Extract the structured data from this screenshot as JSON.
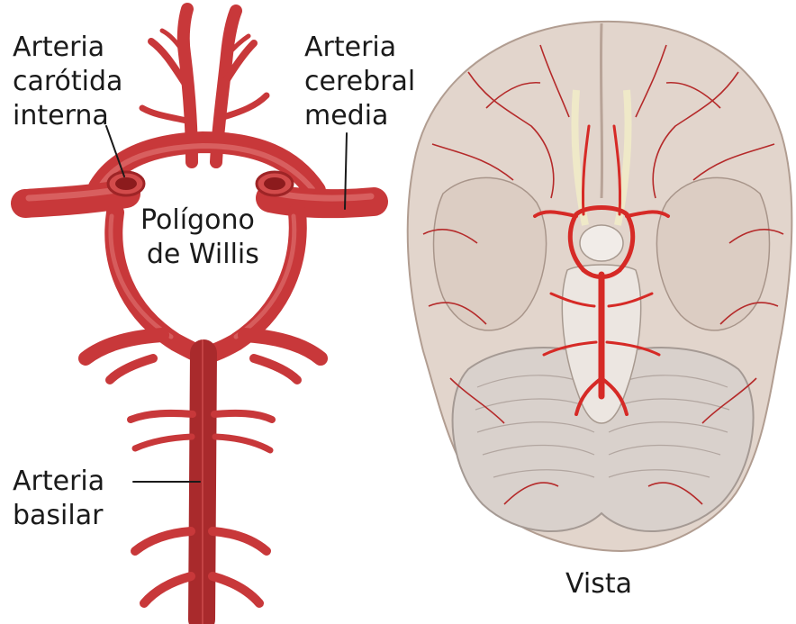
{
  "diagram": {
    "labels": {
      "carotid": [
        "Arteria",
        "carótida",
        "interna"
      ],
      "middle_cerebral": [
        "Arteria",
        "cerebral",
        "media"
      ],
      "willis": [
        "Polígono",
        "de Willis"
      ],
      "basilar": [
        "Arteria",
        "basilar"
      ],
      "view": "Vista"
    },
    "colors": {
      "artery": "#c8383a",
      "artery_dark": "#9e2426",
      "artery_light": "#e27a78",
      "brain": "#e4d8d0",
      "brain_shadow": "#b9a79c",
      "vessel": "#b22424",
      "text": "#1a1a1a"
    }
  }
}
